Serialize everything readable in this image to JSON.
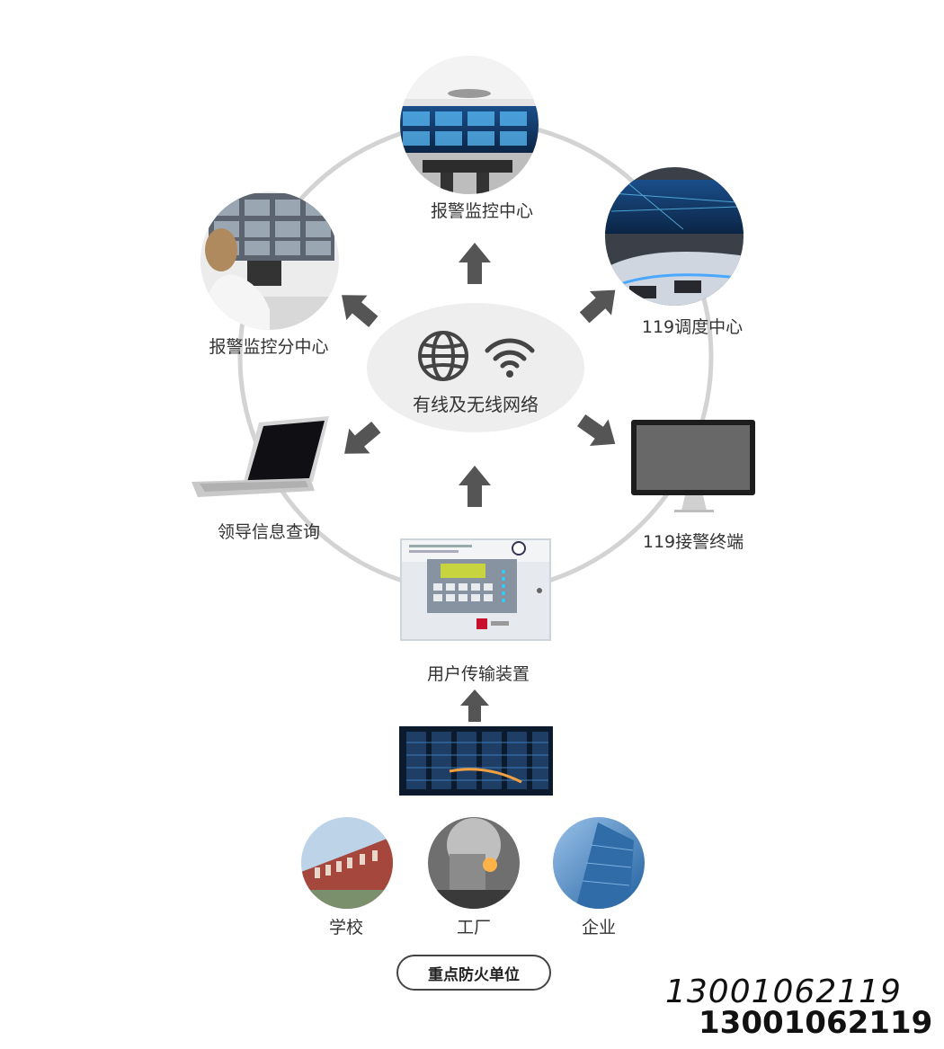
{
  "network": {
    "label": "有线及无线网络",
    "icons": [
      "globe-icon",
      "wifi-icon"
    ]
  },
  "nodes": {
    "alarm_center": "报警监控中心",
    "dispatch_119": "119调度中心",
    "alarm_subcenter": "报警监控分中心",
    "leader_query": "领导信息查询",
    "terminal_119": "119接警终端",
    "transmission_device": "用户传输装置"
  },
  "units": {
    "school": "学校",
    "factory": "工厂",
    "enterprise": "企业",
    "group_label": "重点防火单位"
  },
  "watermark": {
    "phone_italic": "13001062119",
    "phone_bold": "13001062119"
  },
  "colors": {
    "ring": "#d3d3d3",
    "arrow": "#555555",
    "network_bg": "#eeeeee",
    "badge_border": "#444444"
  }
}
